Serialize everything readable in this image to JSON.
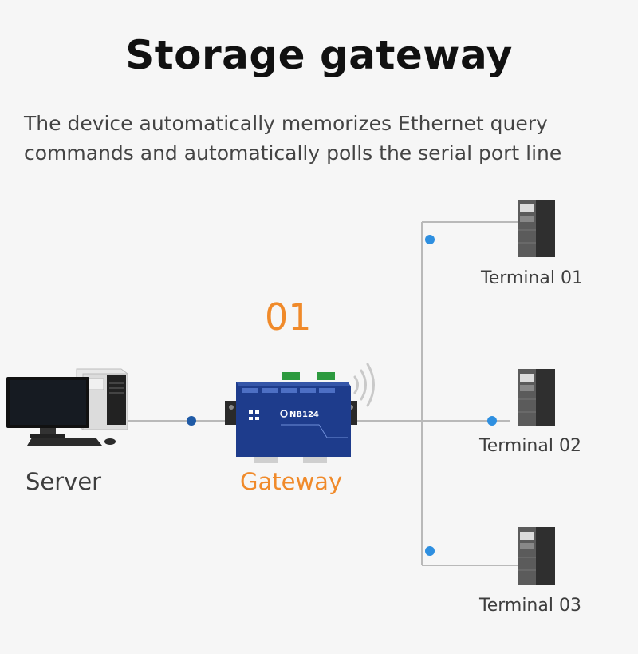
{
  "title": "Storage gateway",
  "description": [
    "The device automatically memorizes Ethernet query",
    "commands and automatically polls the serial port line"
  ],
  "step_number": "01",
  "nodes": {
    "server": "Server",
    "gateway": "Gateway",
    "terminals": [
      "Terminal 01",
      "Terminal 02",
      "Terminal 03"
    ]
  },
  "device_model": "NB124",
  "colors": {
    "accent": "#f08a2a",
    "connector_dark": "#1f5aa6",
    "connector_light": "#2e8fe0",
    "line": "#b9b9b9"
  }
}
